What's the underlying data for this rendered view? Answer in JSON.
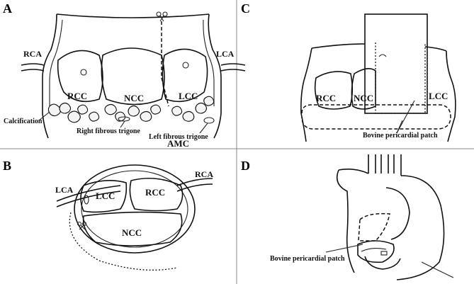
{
  "panels": {
    "a": {
      "letter": "A",
      "rca": "RCA",
      "lca": "LCA",
      "rcc": "RCC",
      "ncc": "NCC",
      "lcc": "LCC",
      "calcification": "Calcification",
      "right_trigone": "Right fibrous trigone",
      "left_trigone": "Left fibrous trigone",
      "amc": "AMC"
    },
    "b": {
      "letter": "B",
      "lca": "LCA",
      "rca": "RCA",
      "lcc": "LCC",
      "rcc": "RCC",
      "ncc": "NCC"
    },
    "c": {
      "letter": "C",
      "rcc": "RCC",
      "ncc": "NCC",
      "lcc": "LCC",
      "patch": "Bovine pericardial patch"
    },
    "d": {
      "letter": "D",
      "patch": "Bovine pericardial patch"
    }
  },
  "icons": {
    "scissors_a": "scissors-icon",
    "scissors_b": "scissors-icon"
  }
}
